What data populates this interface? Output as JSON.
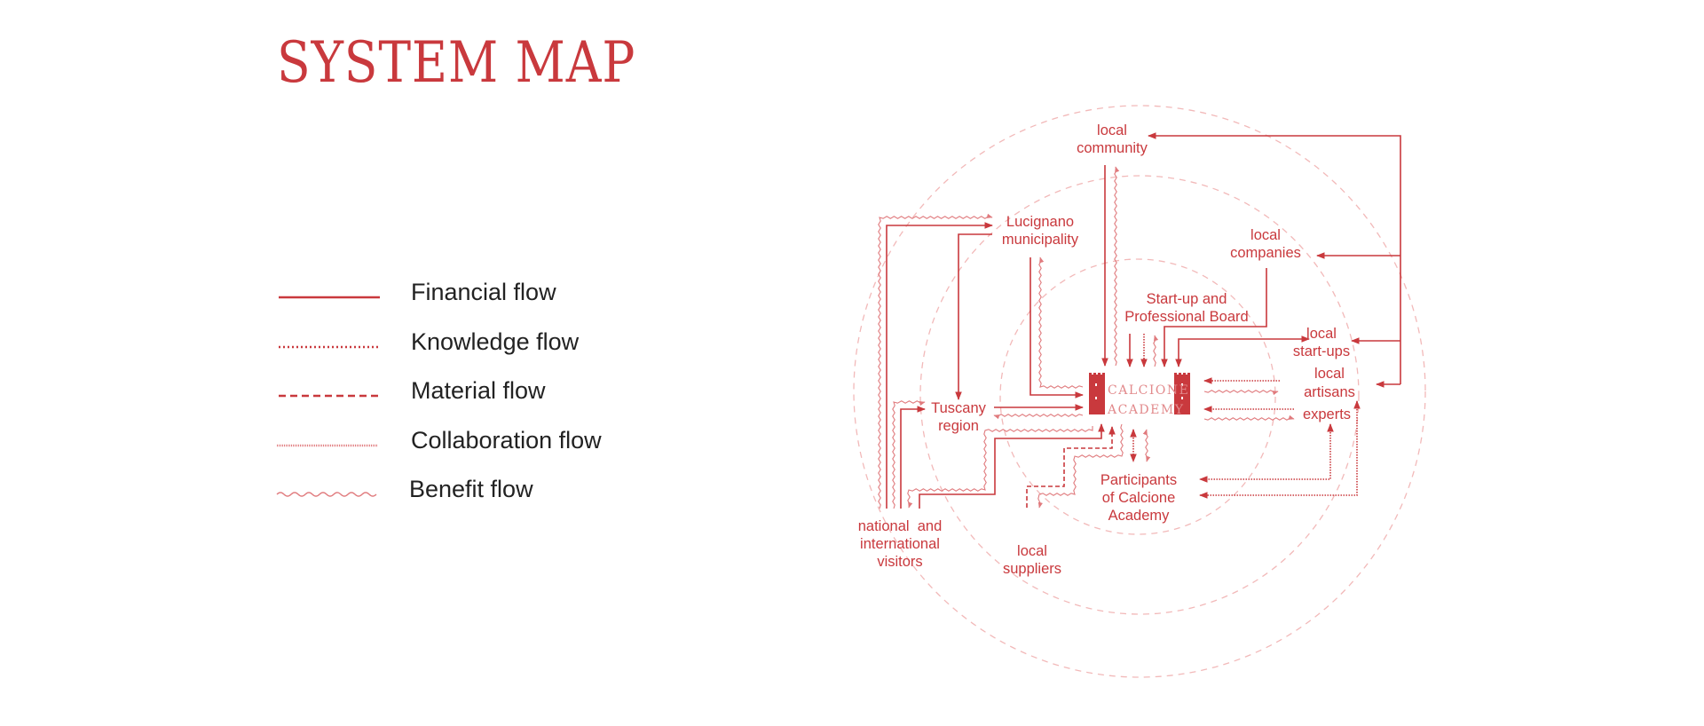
{
  "header": {
    "title": "SYSTEM MAP"
  },
  "colors": {
    "accent": "#c9393d",
    "ring": "#f0b8b8",
    "text": "#222222",
    "wavy": "#e07a7d"
  },
  "legend": [
    {
      "label": "Financial flow",
      "style": "solid"
    },
    {
      "label": "Knowledge flow",
      "style": "dotted"
    },
    {
      "label": "Material flow",
      "style": "dashed"
    },
    {
      "label": "Collaboration flow",
      "style": "hatched"
    },
    {
      "label": "Benefit flow",
      "style": "wavy"
    }
  ],
  "center": {
    "line1": "CALCIONE",
    "line2": "ACADEMY"
  },
  "nodes": {
    "local_community": [
      "local",
      "community"
    ],
    "lucignano": [
      "Lucignano",
      "municipality"
    ],
    "local_companies": [
      "local",
      "companies"
    ],
    "board": [
      "Start-up and",
      "Professional Board"
    ],
    "local_startups": [
      "local",
      "start-ups"
    ],
    "local_artisans": [
      "local",
      "artisans"
    ],
    "experts": [
      "experts"
    ],
    "tuscany": [
      "Tuscany",
      "region"
    ],
    "participants": [
      "Participants",
      "of Calcione",
      "Academy"
    ],
    "visitors": [
      "national  and",
      "international",
      "visitors"
    ],
    "suppliers": [
      "local",
      "suppliers"
    ]
  }
}
